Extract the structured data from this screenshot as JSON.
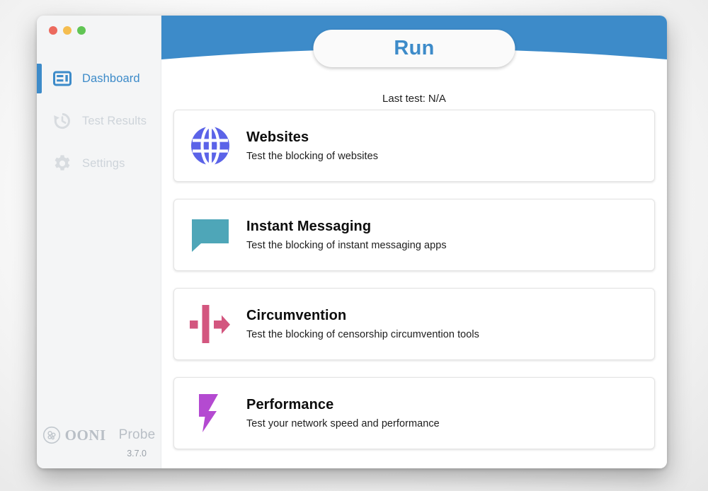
{
  "window": {
    "traffic_lights": [
      {
        "name": "close",
        "color": "#ec6a5e"
      },
      {
        "name": "minimize",
        "color": "#f5bd4f"
      },
      {
        "name": "zoom",
        "color": "#61c554"
      }
    ]
  },
  "sidebar": {
    "items": [
      {
        "label": "Dashboard",
        "icon": "dashboard-icon",
        "active": true
      },
      {
        "label": "Test Results",
        "icon": "history-clock-icon",
        "active": false
      },
      {
        "label": "Settings",
        "icon": "gear-icon",
        "active": false
      }
    ],
    "brand": {
      "mark": "ooni-logo-icon",
      "name": "OONI",
      "product": "Probe",
      "version": "3.7.0"
    }
  },
  "header": {
    "run_label": "Run",
    "last_test_label": "Last test:",
    "last_test_value": "N/A",
    "band_color": "#3d8bc9",
    "run_text_color": "#3d8bc9"
  },
  "cards": [
    {
      "title": "Websites",
      "description": "Test the blocking of websites",
      "icon": "globe-icon",
      "color": "#5b63e8"
    },
    {
      "title": "Instant Messaging",
      "description": "Test the blocking of instant messaging apps",
      "icon": "speech-bubble-icon",
      "color": "#4ea6b8"
    },
    {
      "title": "Circumvention",
      "description": "Test the blocking of censorship circumvention tools",
      "icon": "firewall-arrow-icon",
      "color": "#d3567f"
    },
    {
      "title": "Performance",
      "description": "Test your network speed and performance",
      "icon": "lightning-bolt-icon",
      "color": "#b44ad1"
    }
  ]
}
